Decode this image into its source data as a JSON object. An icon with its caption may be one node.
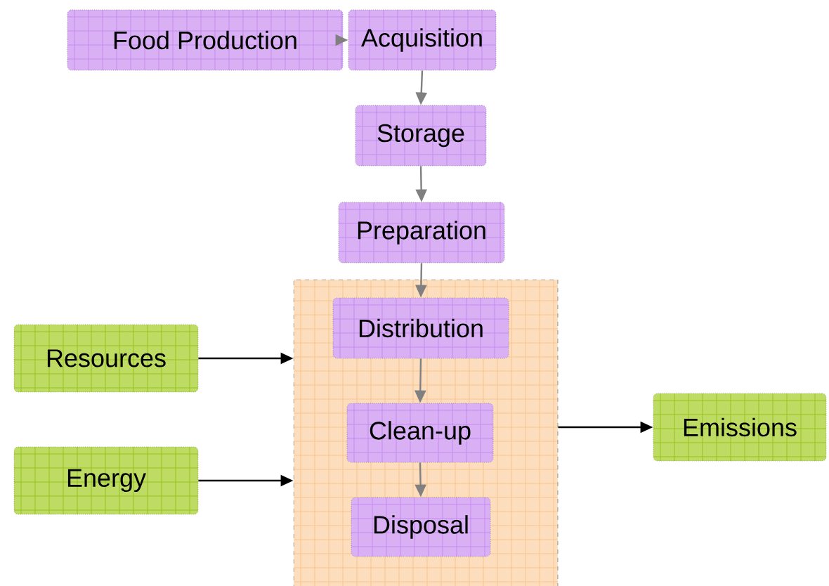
{
  "diagram": {
    "nodes": [
      {
        "text": [
          "Food Production"
        ]
      },
      {
        "text": [
          "Acquisition"
        ]
      },
      {
        "text": [
          "Storage"
        ]
      },
      {
        "text": [
          "Preparation"
        ]
      },
      {
        "text": [],
        "shape": "box"
      },
      {
        "text": [
          "Distribution"
        ],
        "in": 4
      },
      {
        "text": [
          "Clean-up"
        ],
        "in": 4
      },
      {
        "text": [
          "Disposal"
        ],
        "in": 4
      },
      {
        "text": [
          "Resources"
        ]
      },
      {
        "text": [
          "Energy"
        ]
      },
      {
        "text": [
          "Emissions"
        ]
      }
    ],
    "edges": [
      {
        "from": 0,
        "to": 1,
        "arrow": "to"
      },
      {
        "from": 1,
        "to": 2,
        "arrow": "to"
      },
      {
        "from": 2,
        "to": 3,
        "arrow": "to"
      },
      {
        "from": 3,
        "to": 5,
        "arrow": "to"
      },
      {
        "from": 5,
        "to": 6,
        "arrow": "to"
      },
      {
        "from": 6,
        "to": 7,
        "arrow": "to"
      },
      {
        "from": 8,
        "to": 4,
        "arrow": "to",
        "color": "#000000"
      },
      {
        "from": 9,
        "to": 4,
        "arrow": "to",
        "color": "#000000"
      },
      {
        "from": 4,
        "to": 10,
        "arrow": "to",
        "color": "#000000"
      }
    ]
  }
}
